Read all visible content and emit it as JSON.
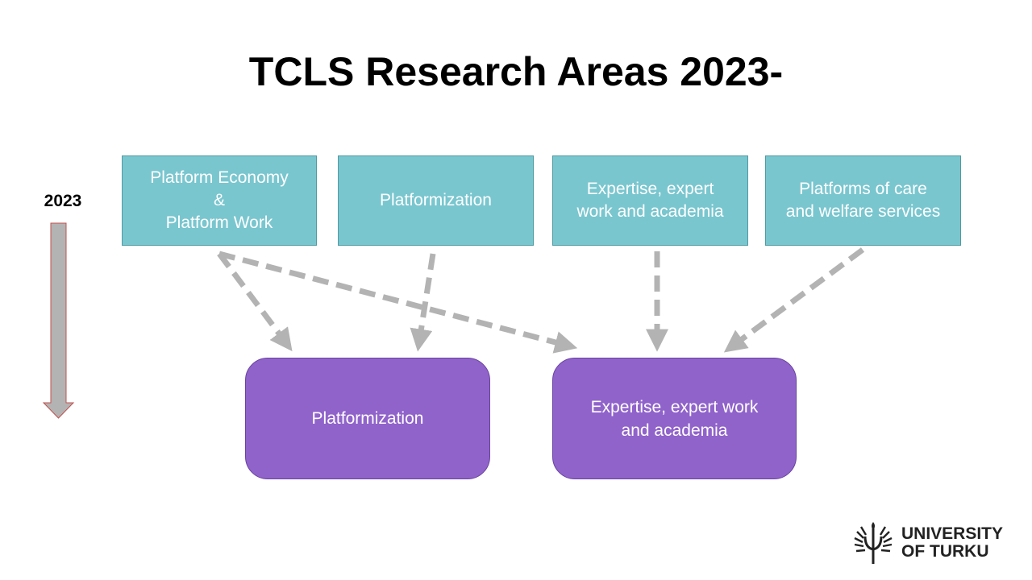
{
  "title": "TCLS Research Areas 2023-",
  "timeline": {
    "year": "2023"
  },
  "top_boxes": [
    {
      "label": "Platform Economy\n&\nPlatform Work"
    },
    {
      "label": "Platformization"
    },
    {
      "label": "Expertise, expert\nwork and academia"
    },
    {
      "label": "Platforms of care\nand welfare services"
    }
  ],
  "bottom_boxes": [
    {
      "label": "Platformization"
    },
    {
      "label": "Expertise, expert work\nand academia"
    }
  ],
  "logo": {
    "text": "UNIVERSITY\nOF TURKU"
  },
  "colors": {
    "teal": "#79c6cf",
    "purple": "#9063cb",
    "arrow": "#b3b3b3"
  }
}
